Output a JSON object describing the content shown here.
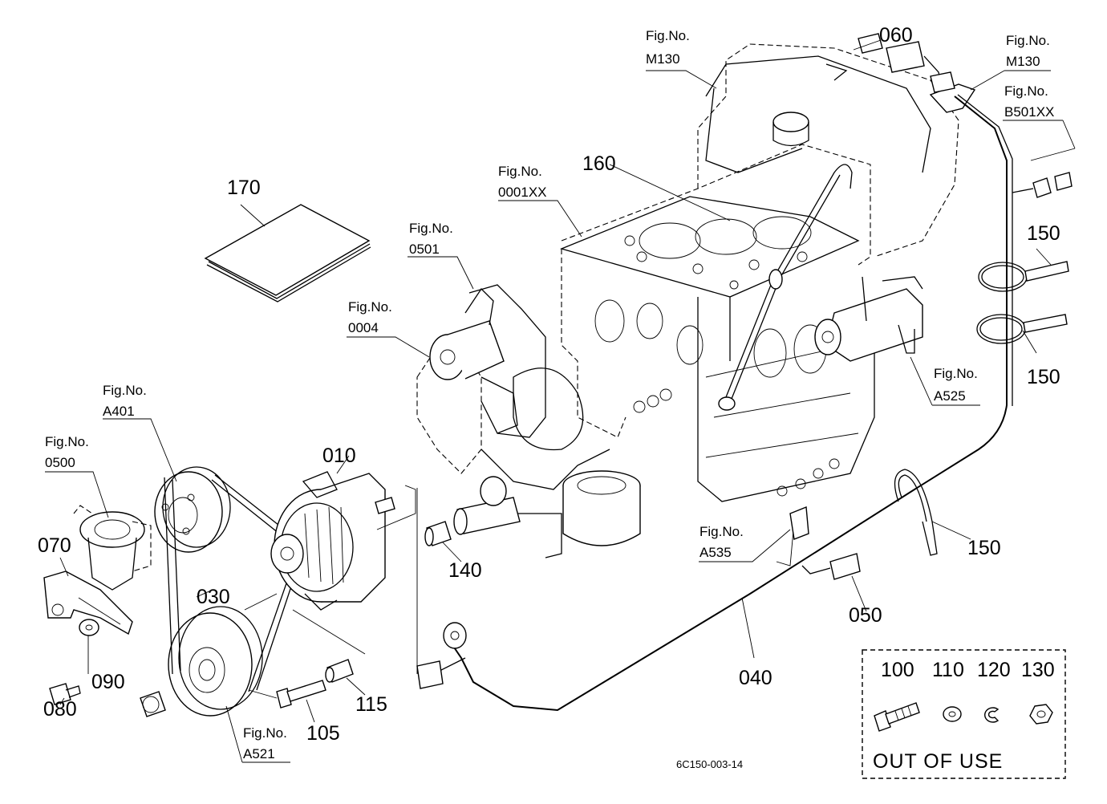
{
  "part_numbers": {
    "p010": "010",
    "p030": "030",
    "p040": "040",
    "p050": "050",
    "p060": "060",
    "p070": "070",
    "p080": "080",
    "p090": "090",
    "p105": "105",
    "p115": "115",
    "p140": "140",
    "p150a": "150",
    "p150b": "150",
    "p150c": "150",
    "p160": "160",
    "p170": "170"
  },
  "figure_refs": {
    "m130_left": {
      "prefix": "Fig.No.",
      "code": "M130"
    },
    "m130_right": {
      "prefix": "Fig.No.",
      "code": "M130"
    },
    "b501xx": {
      "prefix": "Fig.No.",
      "code": "B501XX"
    },
    "f0001xx": {
      "prefix": "Fig.No.",
      "code": "0001XX"
    },
    "f0501": {
      "prefix": "Fig.No.",
      "code": "0501"
    },
    "f0004": {
      "prefix": "Fig.No.",
      "code": "0004"
    },
    "a401": {
      "prefix": "Fig.No.",
      "code": "A401"
    },
    "f0500": {
      "prefix": "Fig.No.",
      "code": "0500"
    },
    "a525": {
      "prefix": "Fig.No.",
      "code": "A525"
    },
    "a535": {
      "prefix": "Fig.No.",
      "code": "A535"
    },
    "a521": {
      "prefix": "Fig.No.",
      "code": "A521"
    }
  },
  "out_of_use_box": {
    "label": "OUT OF USE",
    "parts": [
      "100",
      "110",
      "120",
      "130"
    ]
  },
  "drawing_code": "6C150-003-14"
}
